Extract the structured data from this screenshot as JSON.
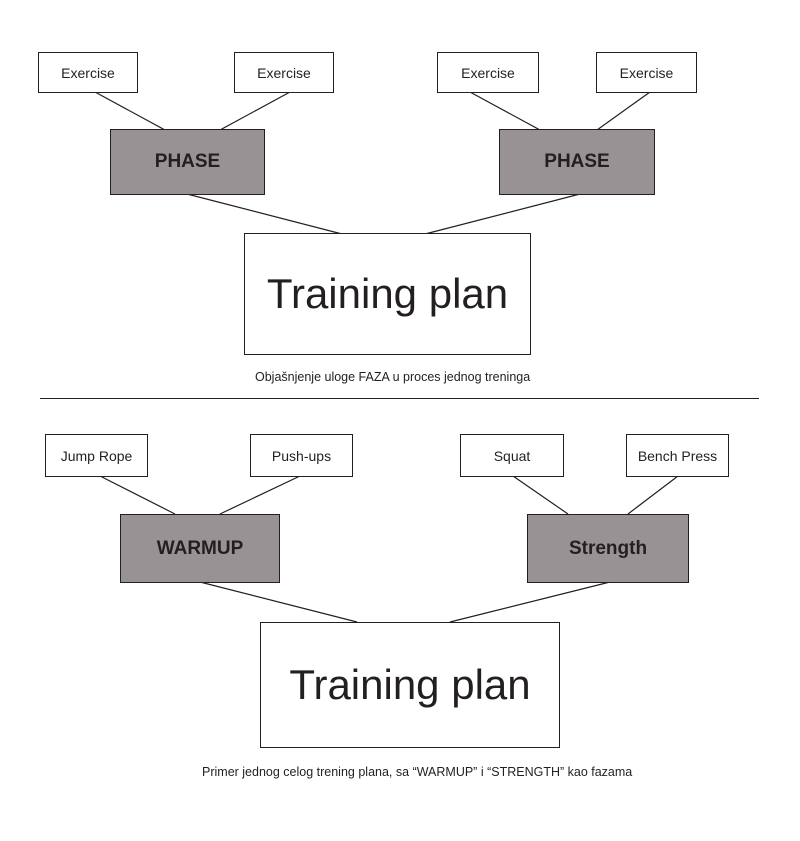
{
  "diagrams": [
    {
      "exercises": [
        "Exercise",
        "Exercise",
        "Exercise",
        "Exercise"
      ],
      "phases": [
        "PHASE",
        "PHASE"
      ],
      "plan": "Training plan",
      "caption": "Objašnjenje uloge FAZA u proces jednog treninga"
    },
    {
      "exercises": [
        "Jump Rope",
        "Push-ups",
        "Squat",
        "Bench Press"
      ],
      "phases": [
        "WARMUP",
        "Strength"
      ],
      "plan": "Training plan",
      "caption": "Primer jednog celog trening plana, sa “WARMUP” i “STRENGTH” kao fazama"
    }
  ]
}
